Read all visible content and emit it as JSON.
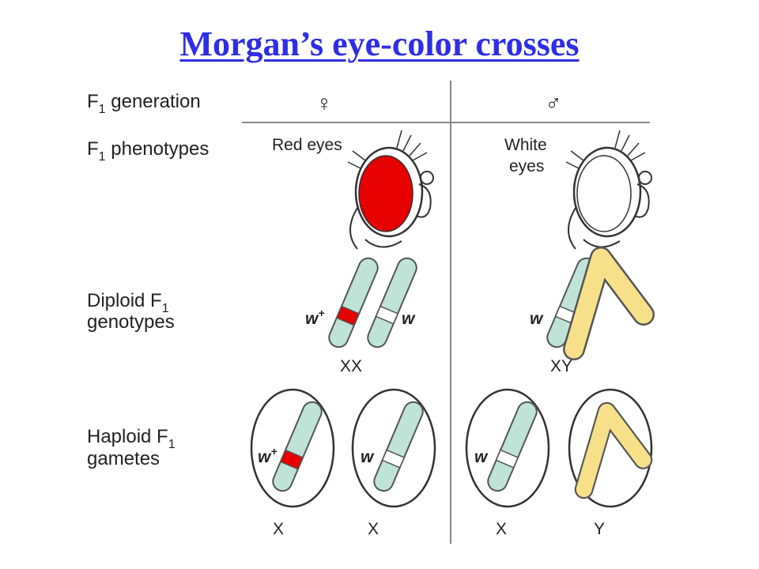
{
  "title": "Morgan’s eye-color crosses",
  "rows": {
    "generation": {
      "main": "F",
      "sub": "1",
      "rest": " generation"
    },
    "phenotypes": {
      "main": "F",
      "sub": "1",
      "rest": " phenotypes"
    },
    "diploid": {
      "line1": "Diploid F",
      "sub": "1",
      "line2": "genotypes"
    },
    "haploid": {
      "line1": "Haploid F",
      "sub": "1",
      "line2": "gametes"
    }
  },
  "columns": {
    "female_symbol": "♀",
    "male_symbol": "♂"
  },
  "phenotypes": {
    "female": "Red eyes",
    "male_line1": "White",
    "male_line2": "eyes"
  },
  "genes": {
    "wild": "w",
    "wild_sup": "+",
    "mutant": "w"
  },
  "genotypes": {
    "female": "XX",
    "male": "XY"
  },
  "gametes": [
    "X",
    "X",
    "X",
    "Y"
  ],
  "colors": {
    "title": "#2e2ee6",
    "x_chromosome": "#bfe3d6",
    "y_chromosome": "#f7e08a",
    "red_allele": "#e60000",
    "white_allele": "#ffffff",
    "red_eye": "#e60000"
  }
}
